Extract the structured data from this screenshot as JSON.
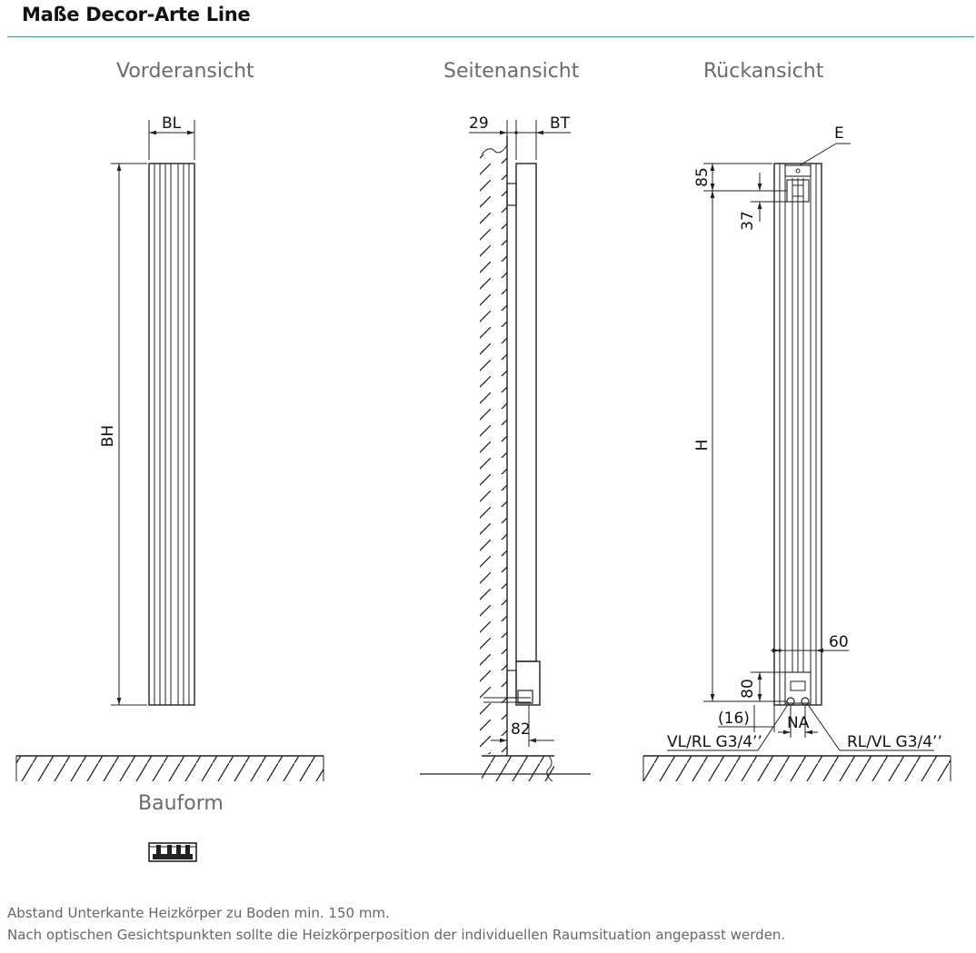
{
  "title": "Maße Decor-Arte Line",
  "views": {
    "front": "Vorderansicht",
    "side": "Seitenansicht",
    "back": "Rückansicht",
    "shape": "Bauform"
  },
  "dimensions": {
    "bl": "BL",
    "bh": "BH",
    "d29": "29",
    "bt": "BT",
    "d82": "82",
    "e": "E",
    "d85": "85",
    "d37": "37",
    "h": "H",
    "d60": "60",
    "d80": "80",
    "d16": "(16)",
    "na": "NA",
    "vl_rl": "VL/RL G3/4’’",
    "rl_vl": "RL/VL G3/4’’"
  },
  "notes": {
    "line1": "Abstand Unterkante Heizkörper zu Boden min. 150 mm.",
    "line2": "Nach optischen Gesichtspunkten sollte die Heizkörperposition der individuellen Raumsituation angepasst werden."
  },
  "colors": {
    "accent_rule": "#4a8fb3",
    "label_gray": "#6b6b6b",
    "line": "#222222"
  }
}
